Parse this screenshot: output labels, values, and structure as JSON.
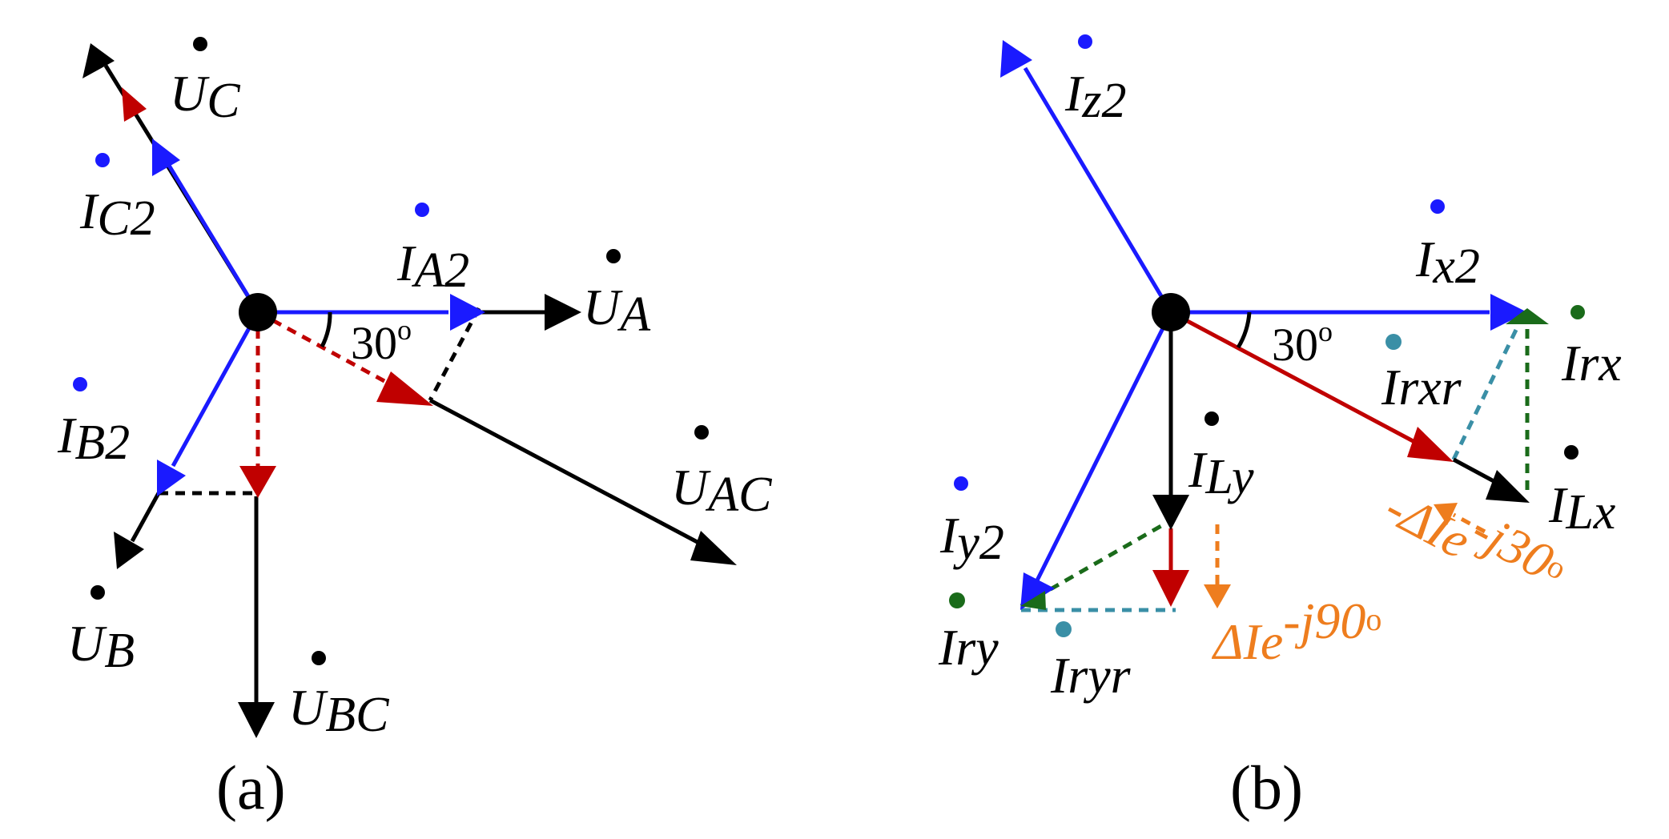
{
  "colors": {
    "black": "#000000",
    "blue": "#1a1aff",
    "red": "#c00000",
    "green": "#1a6b1a",
    "teal": "#3a8fa6",
    "orange": "#ee7d1e"
  },
  "panel_a": {
    "caption": "(a)",
    "angle": "30",
    "angle_sup": "o",
    "labels": {
      "uc": {
        "main": "U",
        "sub": "C"
      },
      "ic2": {
        "main": "I",
        "sub": "C2"
      },
      "ia2": {
        "main": "I",
        "sub": "A2"
      },
      "ua": {
        "main": "U",
        "sub": "A"
      },
      "ib2": {
        "main": "I",
        "sub": "B2"
      },
      "ub": {
        "main": "U",
        "sub": "B"
      },
      "uac": {
        "main": "U",
        "sub": "AC"
      },
      "ubc": {
        "main": "U",
        "sub": "BC"
      }
    }
  },
  "panel_b": {
    "caption": "(b)",
    "angle": "30",
    "angle_sup": "o",
    "labels": {
      "iz2": {
        "main": "I",
        "sub": "z2"
      },
      "ix2": {
        "main": "I",
        "sub": "x2"
      },
      "irx": {
        "main": "Irx"
      },
      "irxr": {
        "main": "Irxr"
      },
      "ily": {
        "main": "I",
        "sub": "Ly"
      },
      "ilx": {
        "main": "I",
        "sub": "Lx"
      },
      "iy2": {
        "main": "I",
        "sub": "y2"
      },
      "iry": {
        "main": "Iry"
      },
      "iryr": {
        "main": "Iryr"
      },
      "d90": {
        "main": "ΔIe",
        "sup": "-j90",
        "deg": "o"
      },
      "d30": {
        "main": "-ΔIe",
        "sup": "-j30",
        "deg": "o"
      }
    }
  }
}
